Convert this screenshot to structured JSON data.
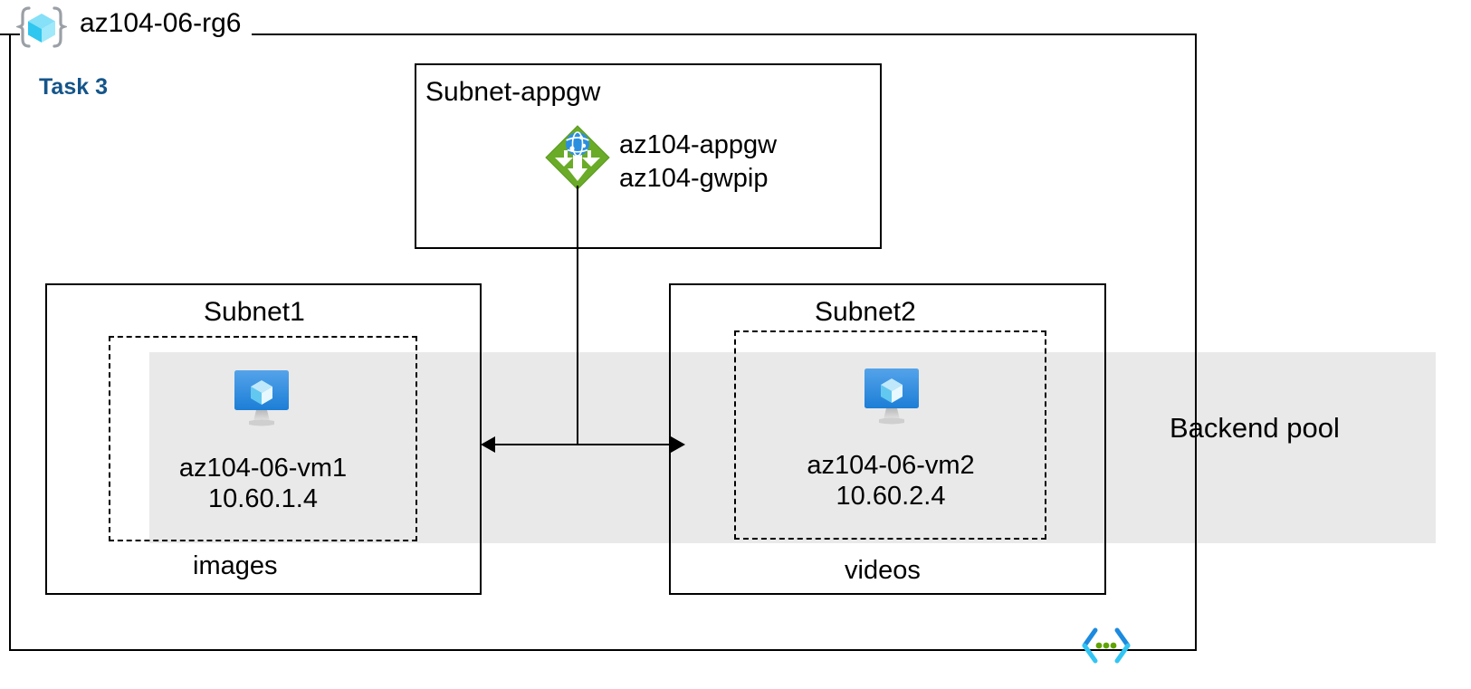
{
  "diagram": {
    "resource_group": {
      "name": "az104-06-rg6",
      "icon": "resource-group-cube-icon"
    },
    "task_label": "Task 3",
    "task_color": "#14558a",
    "backend_pool": {
      "label": "Backend pool",
      "band_color": "#e9e9e9"
    },
    "subnet_appgw": {
      "title": "Subnet-appgw",
      "gateway_icon": "application-gateway-icon",
      "gateway_icon_color": "#58a618",
      "resources": [
        "az104-appgw",
        "az104-gwpip"
      ]
    },
    "subnet1": {
      "title": "Subnet1",
      "vm_icon": "virtual-machine-icon",
      "vm_name": "az104-06-vm1",
      "vm_ip": "10.60.1.4",
      "footer": "images"
    },
    "subnet2": {
      "title": "Subnet2",
      "vm_icon": "virtual-machine-icon",
      "vm_name": "az104-06-vm2",
      "vm_ip": "10.60.2.4",
      "footer": "videos"
    },
    "connector": {
      "type": "double-headed-arrow",
      "color": "#000000"
    },
    "vnet_icon": {
      "name": "virtual-network-code-icon",
      "bracket_top_color": "#1c8ade",
      "bracket_bottom_color": "#32c5f4",
      "dot_color": "#5fa400"
    }
  }
}
